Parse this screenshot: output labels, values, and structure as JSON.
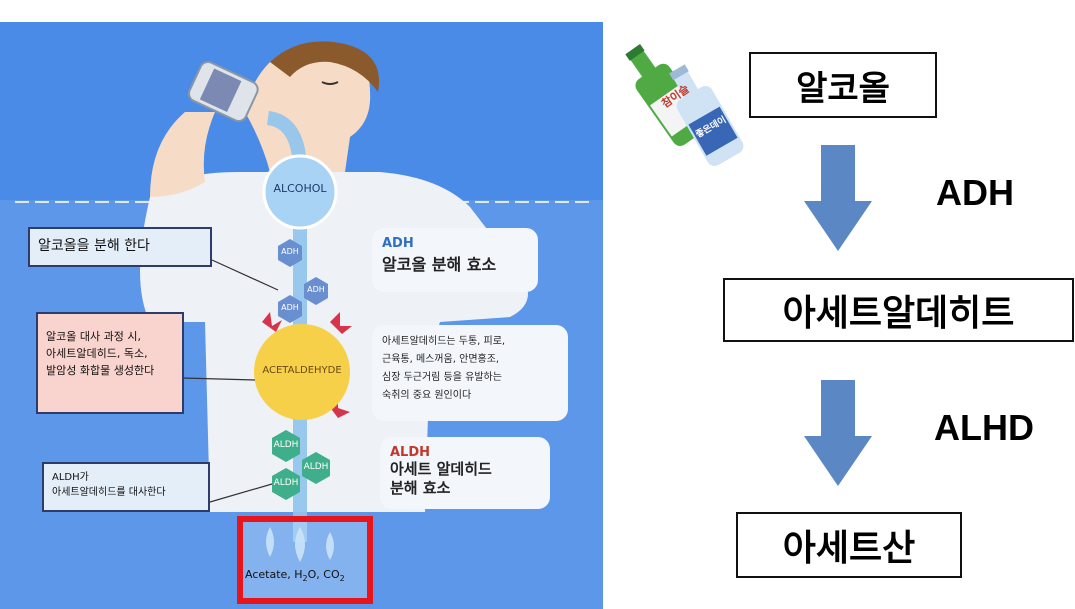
{
  "illustration": {
    "alcohol_label": "ALCOHOL",
    "adh_hex_label": "ADH",
    "acetaldehyde_label": "ACETALDEHYDE",
    "aldh_hex_label": "ALDH",
    "left_tag_1": "알코올을 분해 한다",
    "left_tag_2": [
      "알코올 대사 과정 시,",
      "아세트알데히드, 독소,",
      "발암성 화합물 생성한다"
    ],
    "left_tag_3": [
      "ALDH가",
      "아세트알데히드를 대사한다"
    ],
    "adh_bubble": {
      "enzyme": "ADH",
      "text": "알코올 분해 효소"
    },
    "acet_bubble": [
      "아세트알데히드는 두통, 피로,",
      "근육통, 메스꺼움, 안면홍조,",
      "심장 두근거림 등을 유발하는",
      "숙취의 중요 원인이다"
    ],
    "aldh_bubble": {
      "enzyme": "ALDH",
      "lines": [
        "아세트 알데히드",
        "분해 효소"
      ]
    },
    "product": {
      "prefix": "Acetate, H",
      "sub1": "2",
      "mid": "O, CO",
      "sub2": "2"
    },
    "bottle_labels": [
      "참이슬",
      "좋은데이"
    ]
  },
  "flow": {
    "step1": "알코올",
    "enzyme1": "ADH",
    "step2": "아세트알데히트",
    "enzyme2": "ALHD",
    "step3": "아세트산"
  },
  "colors": {
    "panel_blue": "#4a8be8",
    "arrow_blue": "#5b87c4",
    "highlight_red": "#e8141b",
    "acetaldehyde_yellow": "#f7d04a",
    "enzyme_green": "#3fae8a"
  }
}
